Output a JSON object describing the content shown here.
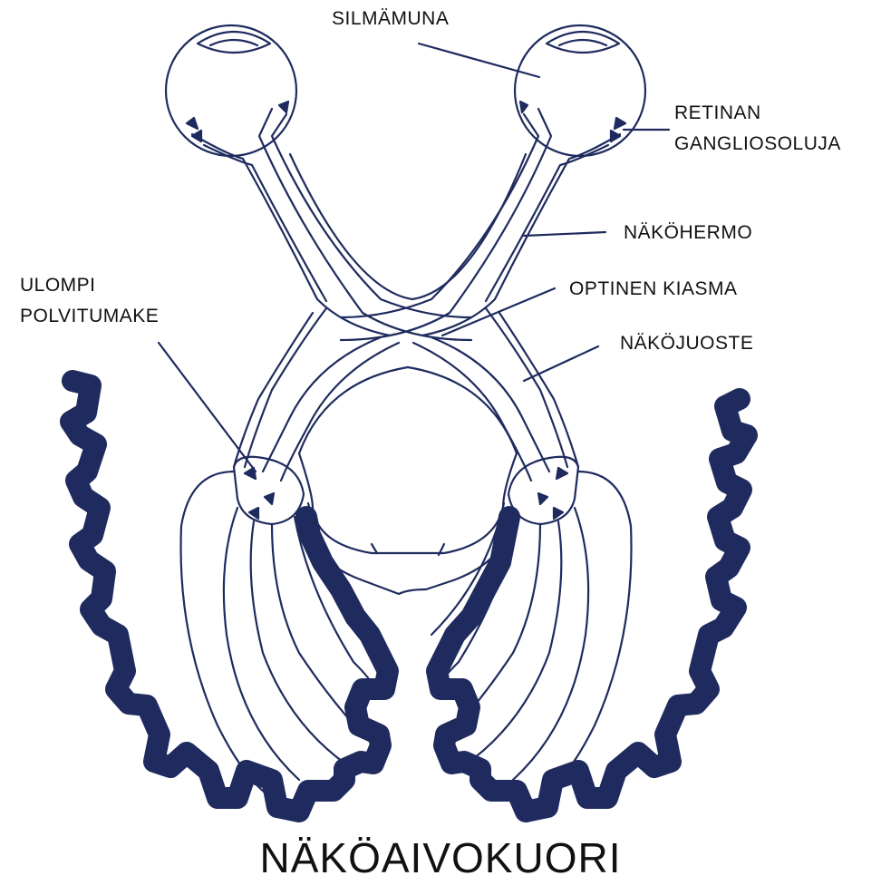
{
  "labels": {
    "silmamuna": "SILMÄMUNA",
    "retina_line1": "RETINAN",
    "retina_line2": "GANGLIOSOLUJA",
    "nakohermo": "NÄKÖHERMO",
    "kiasma": "OPTINEN KIASMA",
    "nakojuoste": "NÄKÖJUOSTE",
    "ulompi_line1": "ULOMPI",
    "ulompi_line2": "POLVITUMAKE"
  },
  "title": "NÄKÖAIVOKUORI",
  "colors": {
    "cortex": "#1f2b5e",
    "line": "#1f2b5e",
    "text": "#111111",
    "background": "#ffffff"
  }
}
